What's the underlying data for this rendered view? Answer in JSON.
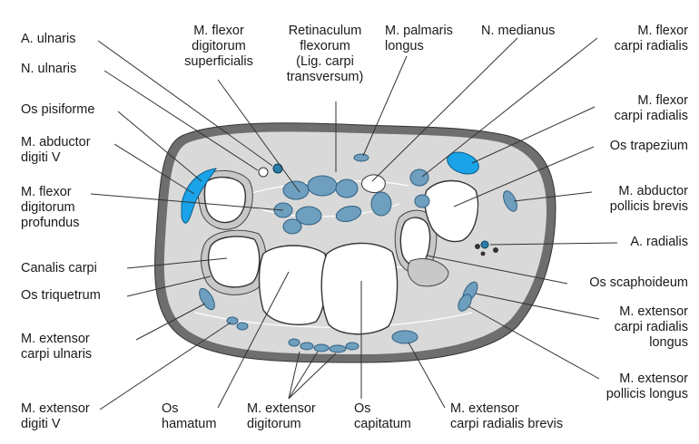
{
  "labels": {
    "a_ulnaris": "A. ulnaris",
    "n_ulnaris": "N. ulnaris",
    "os_pisiforme": "Os pisiforme",
    "m_abductor_digiti": "M. abductor\ndigiti V",
    "m_flexor_profundus": "M. flexor\ndigitorum\nprofundus",
    "canalis_carpi": "Canalis carpi",
    "os_triquetrum": "Os triquetrum",
    "m_ext_carpi_ulnaris": "M. extensor\ncarpi ulnaris",
    "m_ext_digiti_v": "M. extensor\ndigiti V",
    "os_hamatum": "Os\nhamatum",
    "m_ext_digitorum": "M. extensor\ndigitorum",
    "os_capitatum": "Os\ncapitatum",
    "m_ext_carpi_rad_brevis": "M. extensor\ncarpi radialis brevis",
    "m_flexor_superficialis": "M. flexor\ndigitorum\nsuperficialis",
    "retinaculum": "Retinaculum\nflexorum\n(Lig. carpi\ntransversum)",
    "m_palmaris_longus": "M. palmaris\nlongus",
    "n_medianus": "N. medianus",
    "m_flexor_carpi_radialis_1": "M. flexor\ncarpi radialis",
    "m_flexor_carpi_radialis_2": "M. flexor\ncarpi radialis",
    "os_trapezium": "Os trapezium",
    "m_abductor_pollicis": "M. abductor\npollicis brevis",
    "a_radialis": "A. radialis",
    "os_scaphoideum": "Os scaphoideum",
    "m_ext_carpi_rad_longus": "M. extensor\ncarpi radialis\nlongus",
    "m_ext_pollicis_longus": "M. extensor\npollicis longus"
  },
  "colors": {
    "tendon": "#6f9fbf",
    "artery_blue": "#1aa3e8",
    "tissue_gray": "#d9d9d9",
    "border_gray": "#6e6e6e",
    "bone_white": "#ffffff"
  }
}
